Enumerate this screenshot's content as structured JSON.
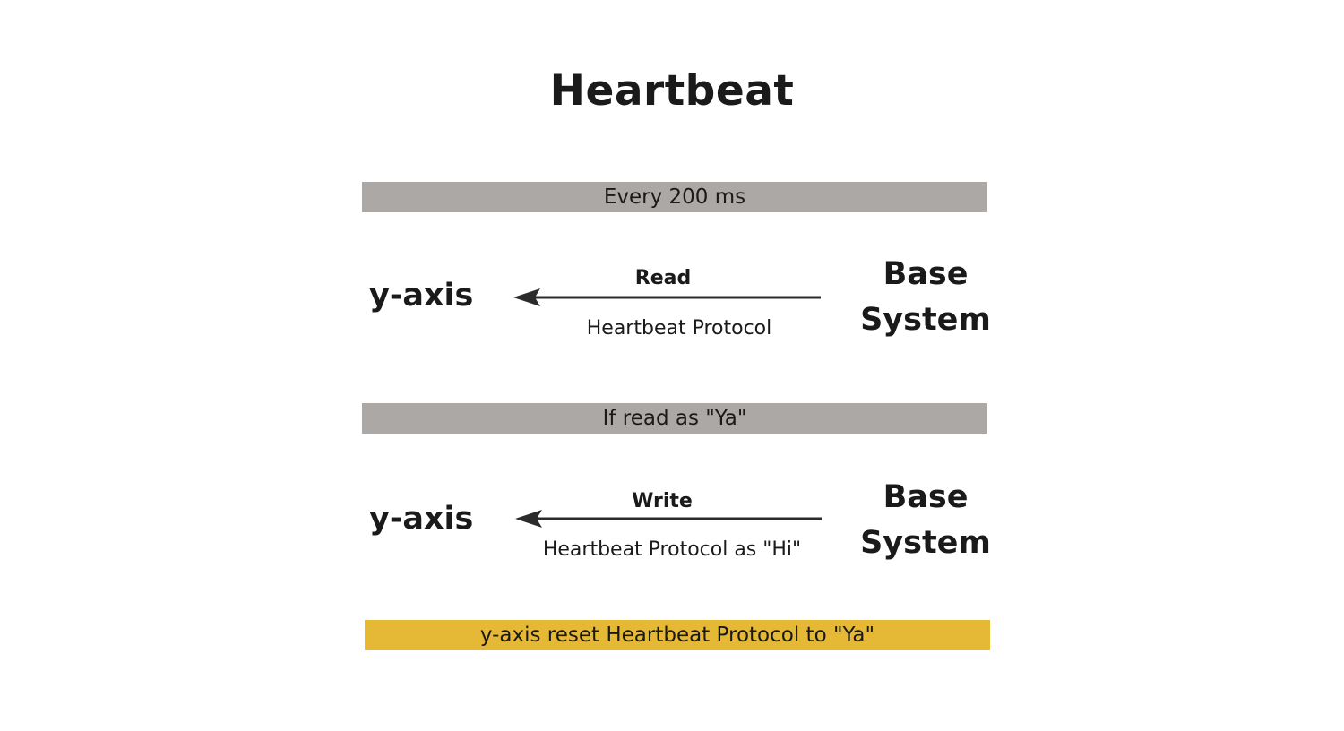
{
  "diagram": {
    "title": "Heartbeat",
    "bands": [
      {
        "text": "Every 200 ms",
        "color": "#aca8a6"
      },
      {
        "text": "If read as \"Ya\"",
        "color": "#aca8a6"
      },
      {
        "text": "y-axis reset Heartbeat Protocol to \"Ya\"",
        "color": "#e5b936"
      }
    ],
    "steps": [
      {
        "left_node": "y-axis",
        "right_node_line1": "Base",
        "right_node_line2": "System",
        "arrow_label": "Read",
        "arrow_sublabel": "Heartbeat Protocol",
        "arrow_direction": "right-to-left"
      },
      {
        "left_node": "y-axis",
        "right_node_line1": "Base",
        "right_node_line2": "System",
        "arrow_label": "Write",
        "arrow_sublabel": "Heartbeat Protocol as \"Hi\"",
        "arrow_direction": "right-to-left"
      }
    ],
    "colors": {
      "text": "#1a1a1a",
      "band_gray": "#aca8a6",
      "band_yellow": "#e5b936",
      "arrow": "#2b2b2b"
    }
  }
}
